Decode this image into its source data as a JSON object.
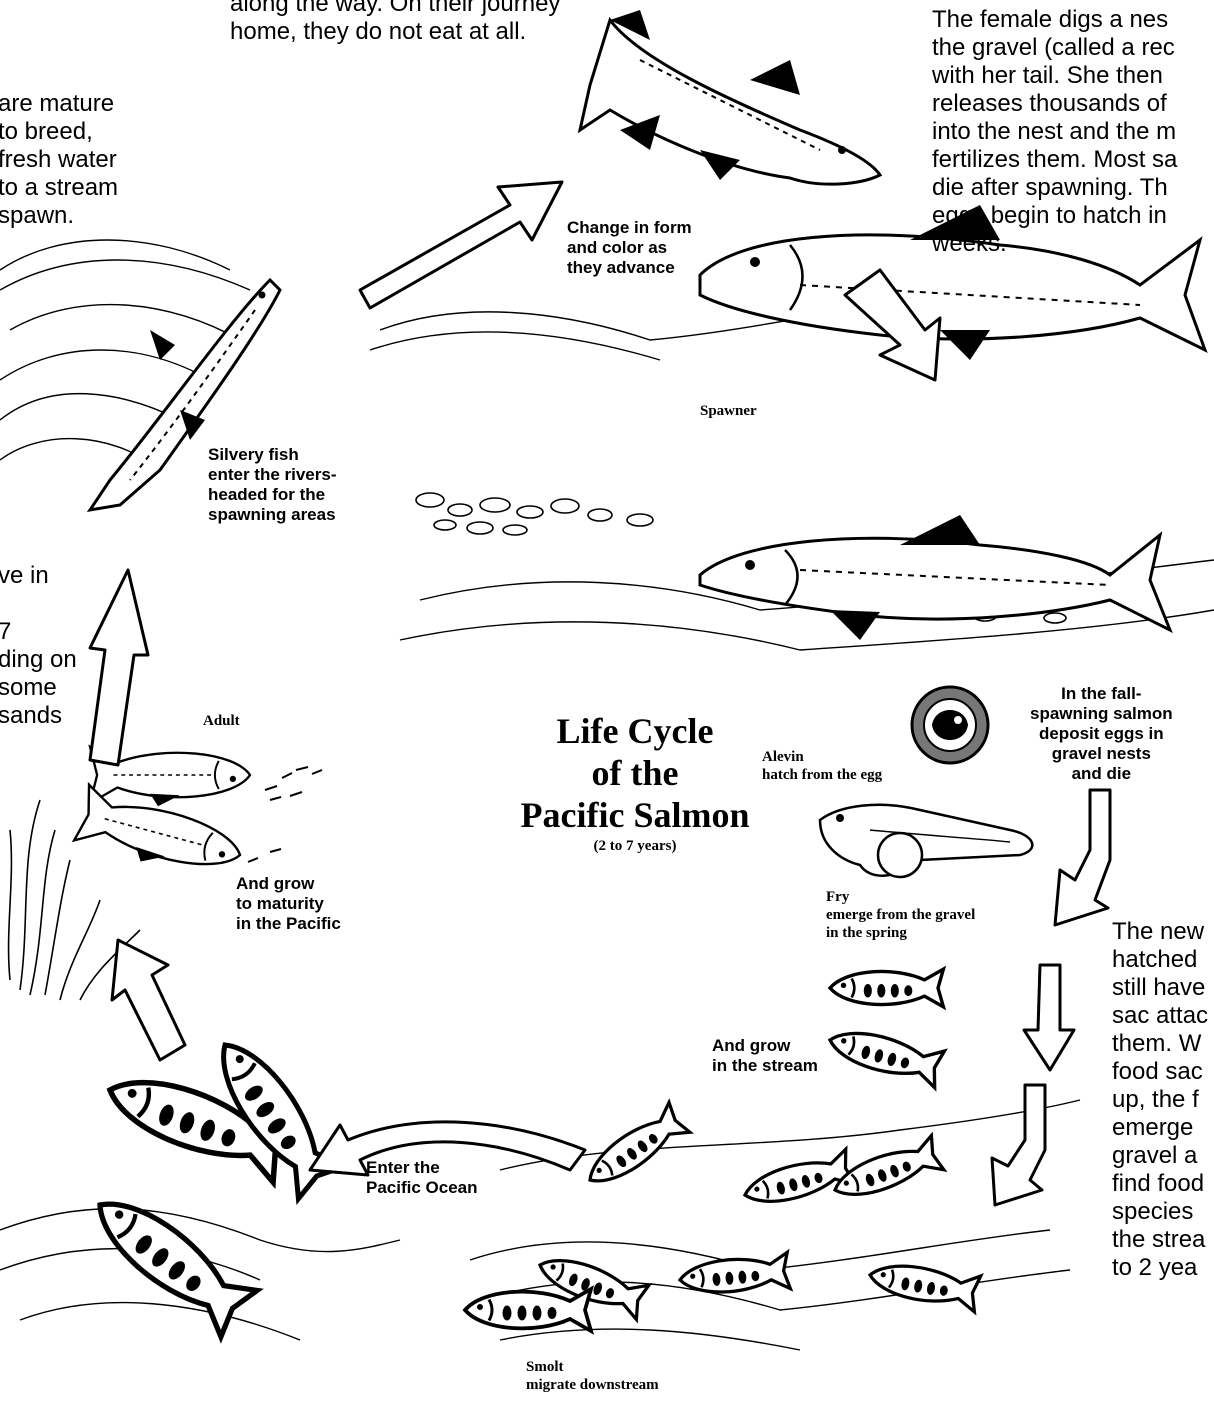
{
  "title": {
    "line1": "Life Cycle",
    "line2": "of the",
    "line3": "Pacific Salmon",
    "duration": "(2 to 7 years)"
  },
  "narratives": {
    "top_center": [
      "along the way. On their journey",
      "home, they do not eat at all."
    ],
    "top_left": [
      "are mature",
      "to breed,",
      "fresh water",
      "to a stream",
      "spawn."
    ],
    "top_right": [
      "The female digs a nes",
      "the gravel (called a rec",
      "with her tail. She then",
      "releases thousands of",
      "into the nest and the m",
      "fertilizes them. Most sa",
      "die after spawning. Th",
      "eggs begin to hatch in",
      "weeks."
    ],
    "mid_left": [
      "ve in",
      "",
      "7",
      "ding on",
      "some",
      "sands"
    ],
    "bottom_right": [
      "The new",
      "hatched",
      "still have",
      "sac attac",
      "them. W",
      "food sac",
      "up, the f",
      "emerge",
      "gravel a",
      "find food",
      "species",
      "the strea",
      "to 2 yea"
    ]
  },
  "stages": {
    "change_form": [
      "Change in form",
      "and color as",
      "they advance"
    ],
    "spawner": "Spawner",
    "silvery": [
      "Silvery fish",
      "enter the rivers-",
      "headed for the",
      "spawning areas"
    ],
    "adult": "Adult",
    "grow_pacific": [
      "And grow",
      "to maturity",
      "in the Pacific"
    ],
    "fall_spawning": [
      "In the fall-",
      "spawning salmon",
      "deposit eggs in",
      "gravel nests",
      "and die"
    ],
    "alevin": [
      "Alevin",
      "hatch from the egg"
    ],
    "fry": [
      "Fry",
      "emerge from the gravel",
      "in the spring"
    ],
    "grow_stream": [
      "And grow",
      "in the stream"
    ],
    "enter_ocean": [
      "Enter the",
      "Pacific Ocean"
    ],
    "smolt": [
      "Smolt",
      "migrate downstream"
    ]
  }
}
